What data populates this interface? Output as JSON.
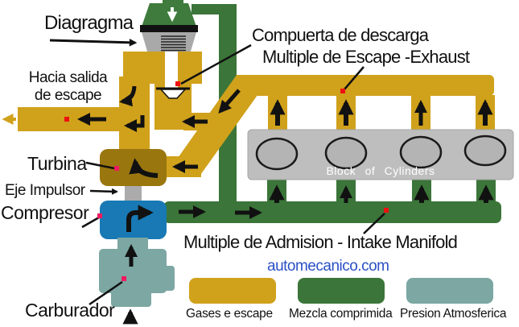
{
  "labels": {
    "diagragma": "Diagragma",
    "hacia_salida_line1": "Hacia salida",
    "hacia_salida_line2": "de escape",
    "compuerta": "Compuerta de descarga",
    "multiple_escape": "Multiple de Escape -Exhaust",
    "turbina": "Turbina",
    "eje_impulsor": "Eje Impulsor",
    "compresor": "Compresor",
    "carburador": "Carburador",
    "block_of_cylinders": "Block of Cylinders",
    "multiple_admision": "Multiple de Admision - Intake Manifold",
    "website": "automecanico.com"
  },
  "legend": {
    "items": [
      {
        "label": "Gases e escape",
        "color": "#D0A11B"
      },
      {
        "label": "Mezcla comprimida",
        "color": "#3B7539"
      },
      {
        "label": "Presion Atmosferica",
        "color": "#7CA7A3"
      }
    ]
  },
  "colors": {
    "exhaust_gas_pipe": "#D0A11B",
    "compressed_mixture_pipe": "#3B7539",
    "atmospheric_pressure_pipe": "#7CA7A3",
    "turbine_body": "#9A760F",
    "compressor_body": "#1879B4",
    "engine_block": "#BEBEBE",
    "drive_shaft": "#ABABAB",
    "flow_arrow": "#111111",
    "marker_red": "#EE1111",
    "marker_pink": "#EF1A5E",
    "website_text": "#2B50C5",
    "block_text": "#FFFFFF"
  }
}
